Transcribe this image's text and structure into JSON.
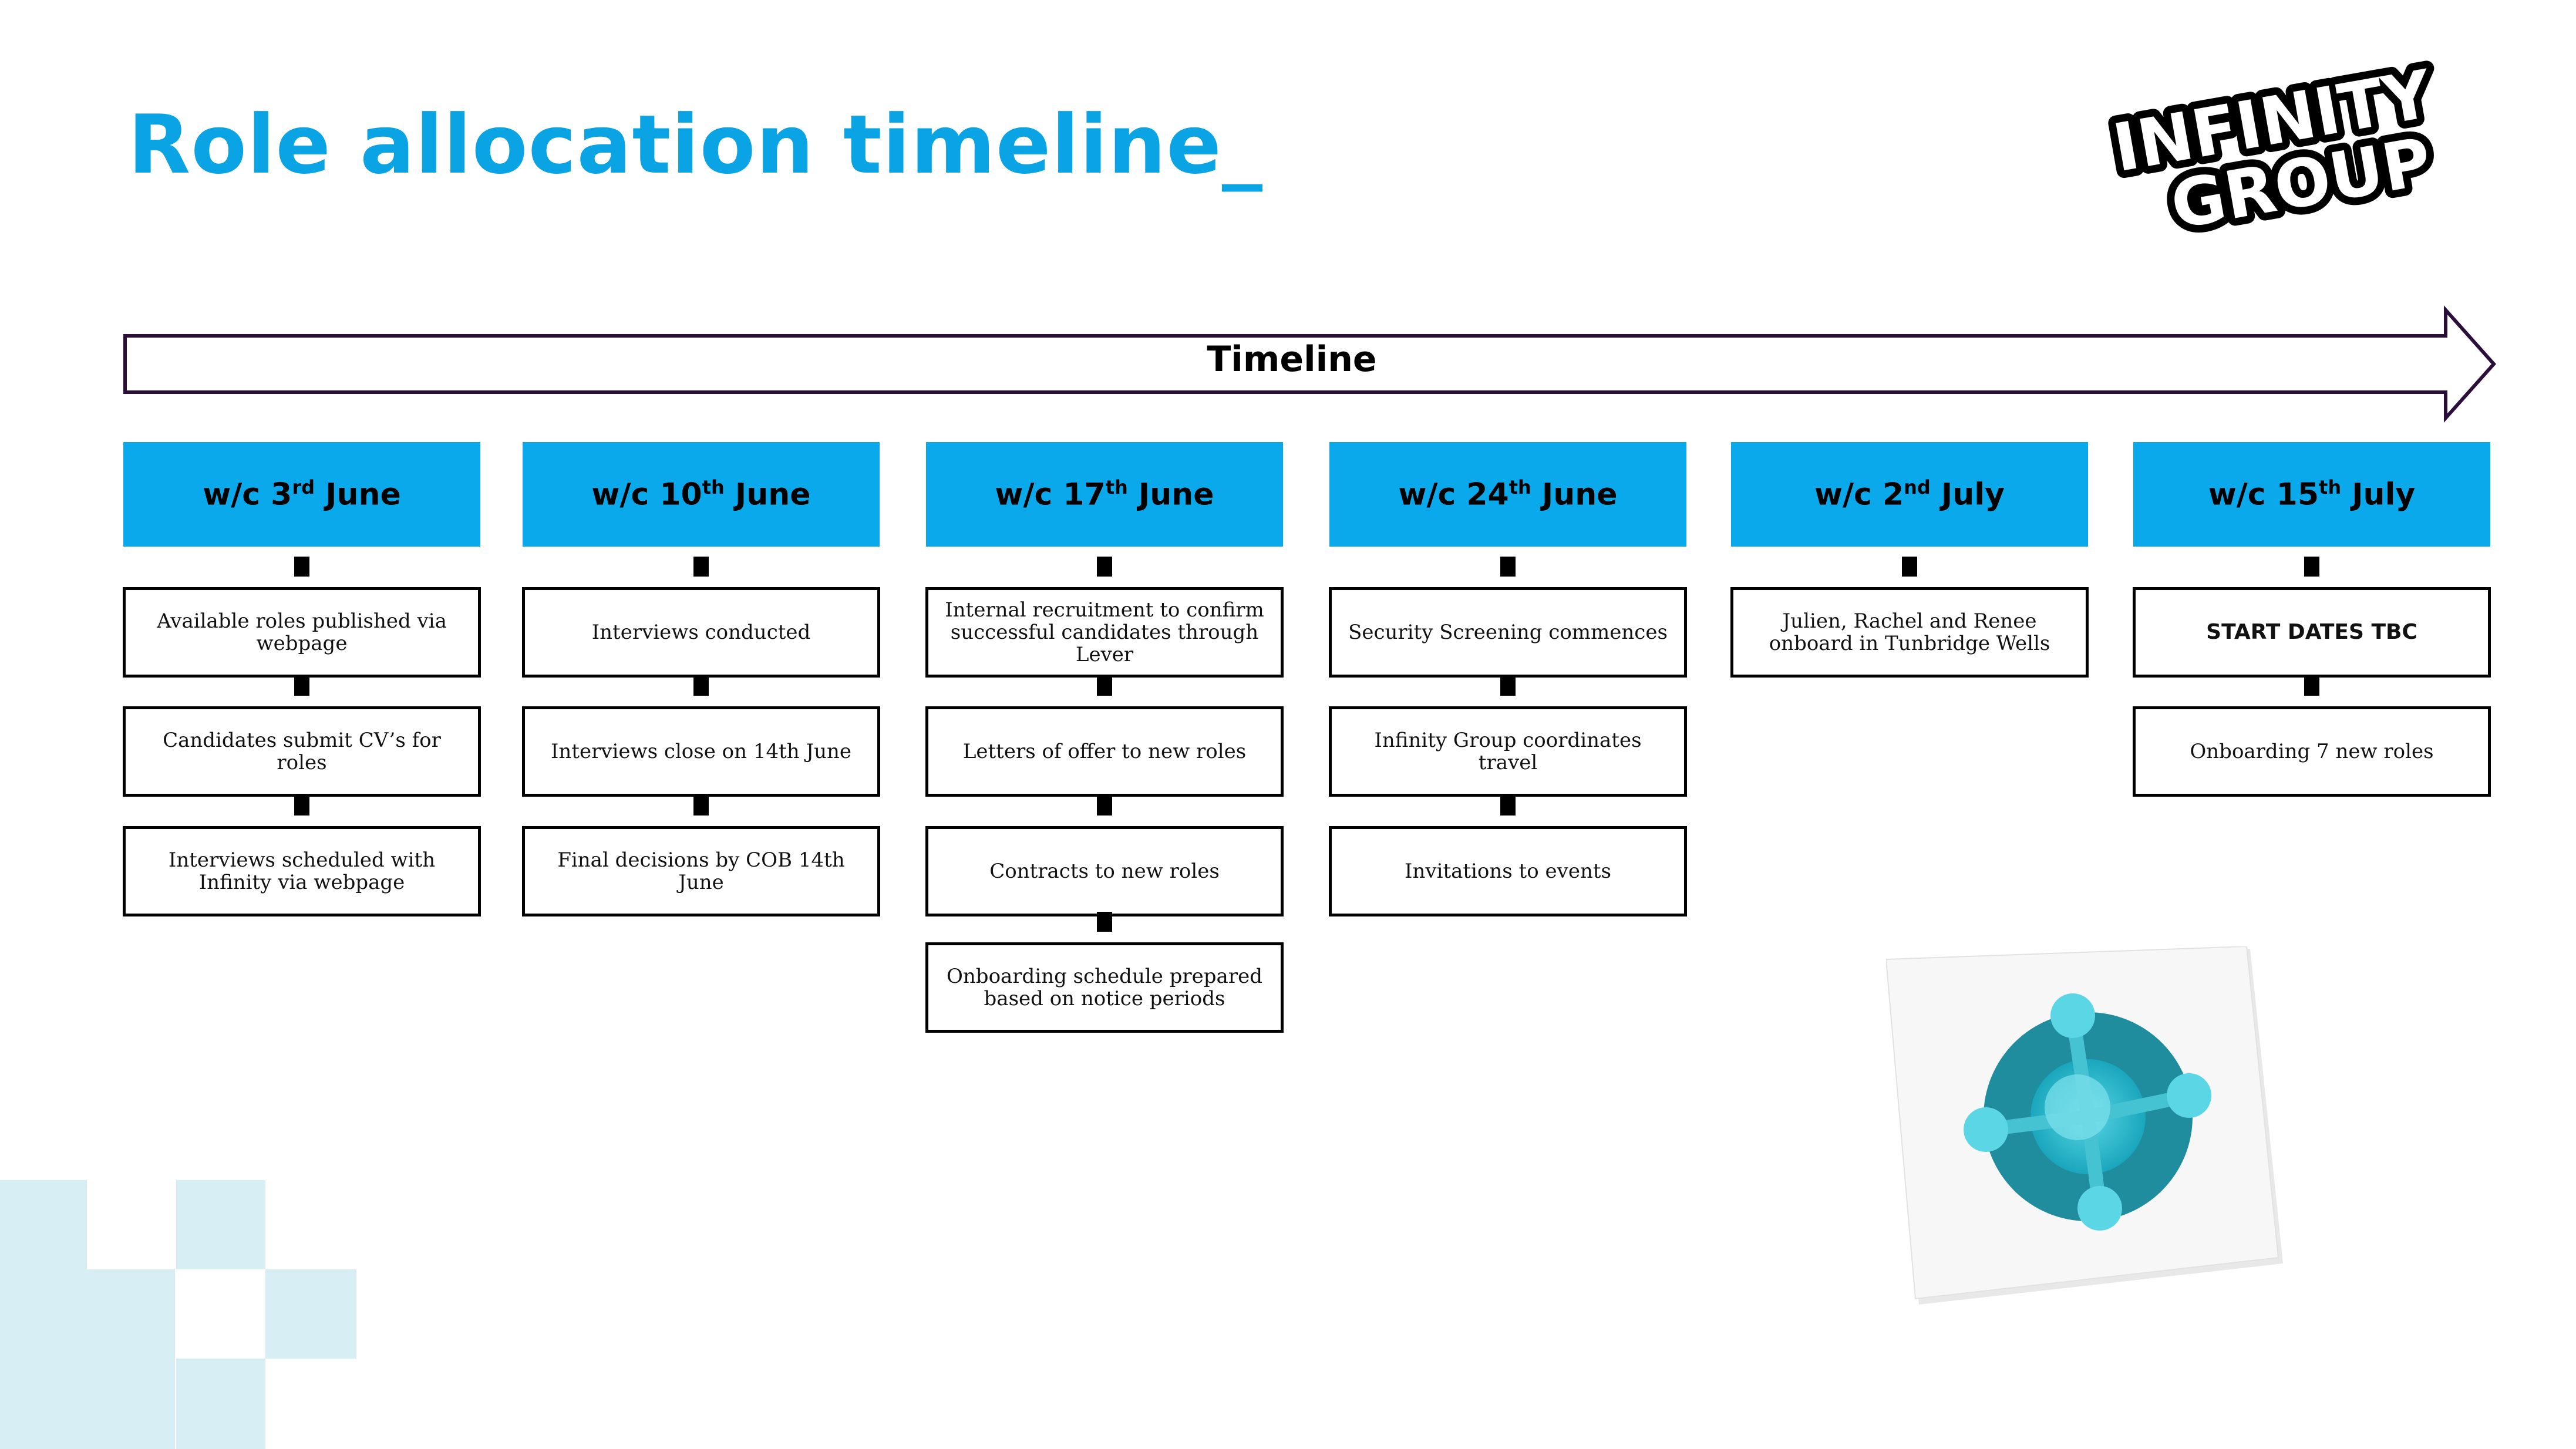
{
  "title": "Role allocation timeline_",
  "logo": {
    "line1": "INFINITY",
    "line2": "GROUP"
  },
  "timeline_label": "Timeline",
  "columns": [
    {
      "week": {
        "prefix": "w/c 3",
        "sup": "rd",
        "suffix": " June"
      },
      "items": [
        "Available roles published via webpage",
        "Candidates submit CV’s for roles",
        "Interviews scheduled with Infinity via webpage"
      ]
    },
    {
      "week": {
        "prefix": "w/c 10",
        "sup": "th",
        "suffix": " June"
      },
      "items": [
        "Interviews conducted",
        "Interviews close on 14th June",
        "Final decisions by COB 14th June"
      ]
    },
    {
      "week": {
        "prefix": "w/c 17",
        "sup": "th",
        "suffix": " June"
      },
      "items": [
        "Internal recruitment to confirm successful candidates through Lever",
        "Letters of offer to new roles",
        "Contracts to new roles",
        "Onboarding schedule prepared based on notice periods"
      ]
    },
    {
      "week": {
        "prefix": "w/c 24",
        "sup": "th",
        "suffix": " June"
      },
      "items": [
        "Security Screening commences",
        "Infinity Group coordinates travel",
        "Invitations to events"
      ]
    },
    {
      "week": {
        "prefix": "w/c 2",
        "sup": "nd",
        "suffix": " July"
      },
      "items": [
        "Julien, Rachel and Renee onboard in Tunbridge Wells"
      ]
    },
    {
      "week": {
        "prefix": "w/c 15",
        "sup": "th",
        "suffix": " July"
      },
      "items": [
        "START DATES TBC",
        "Onboarding 7 new roles"
      ]
    }
  ],
  "colors": {
    "accent": "#0aa3e3",
    "header_fill": "#0aa9ec",
    "arrow_outline": "#2a0f3a",
    "decor": "#d7eef4"
  },
  "icons": [
    "dynamics-business-central-icon"
  ]
}
